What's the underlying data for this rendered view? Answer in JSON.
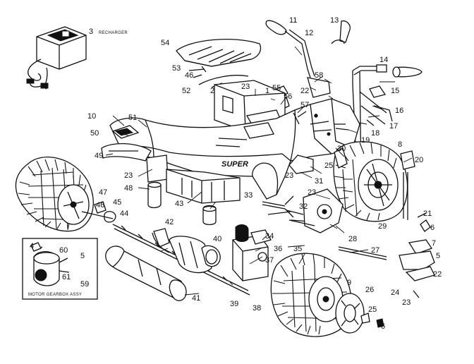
{
  "diagram": {
    "recharger_label": "RECHARGER",
    "inset_title": "MOTOR GEARBOX ASSY",
    "fender_decal": "SUPER",
    "callouts": {
      "n1": "1",
      "n2": "2",
      "n3": "3",
      "n4": "4",
      "n5": "5",
      "n6a": "6",
      "n6b": "6",
      "n7": "7",
      "n8": "8",
      "n9": "9",
      "n10": "10",
      "n11": "11",
      "n12": "12",
      "n13": "13",
      "n14": "14",
      "n15": "15",
      "n16": "16",
      "n17": "17",
      "n18": "18",
      "n19": "19",
      "n20": "20",
      "n21": "21",
      "n22a": "22",
      "n22b": "22",
      "n23a": "23",
      "n23b": "23",
      "n23c": "23",
      "n23d": "23",
      "n23e": "23",
      "n24": "24",
      "n25a": "25",
      "n25b": "25",
      "n26": "26",
      "n27": "27",
      "n28": "28",
      "n29": "29",
      "n30": "30",
      "n31": "31",
      "n32": "32",
      "n33": "33",
      "n34": "34",
      "n35": "35",
      "n36": "36",
      "n37": "37",
      "n38": "38",
      "n39": "39",
      "n40": "40",
      "n41": "41",
      "n42": "42",
      "n43": "43",
      "n44": "44",
      "n45": "45",
      "n46a": "46",
      "n46b": "46",
      "n47": "47",
      "n48": "48",
      "n49": "49",
      "n50": "50",
      "n51": "51",
      "n52": "52",
      "n53": "53",
      "n54": "54",
      "n55": "55",
      "n56": "56",
      "n57": "57",
      "n58": "58",
      "n59": "59",
      "n60": "60",
      "n61": "61"
    }
  }
}
